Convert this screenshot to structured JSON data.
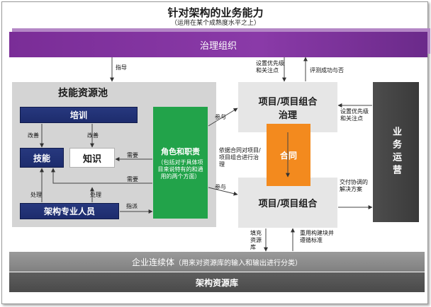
{
  "title": "针对架构的业务能力",
  "subtitle": "（运用在某个成熟度水平之上）",
  "governance": "治理组织",
  "pool": {
    "title": "技能资源池",
    "training": "培训",
    "skills": "技能",
    "knowledge": "知识",
    "architects": "架构专业人员"
  },
  "roles": {
    "title": "角色和职责",
    "sub": "（包括对于具体项目来说特有的和通用的两个方面）"
  },
  "project_governance": "项目/项目组合治理",
  "project_portfolio": "项目/项目组合",
  "contract": "合同",
  "operations": "业务运营",
  "continuum": {
    "title": "企业连续体",
    "sub": "（用来对资源库的输入和输出进行分类）"
  },
  "repository": "架构资源库",
  "labels": {
    "guide": "指导",
    "priorities_top": "设置优先级和关注点",
    "evaluate": "评测成功与否",
    "priorities_right": "设置优先级和关注点",
    "improve_left": "改善",
    "improve_right": "改善",
    "need_1": "需要",
    "need_2": "需要",
    "process_left": "处理",
    "process_right": "处理",
    "assign": "指派",
    "participate_1": "参与",
    "participate_2": "参与",
    "contract_gov": "依据合同对项目/项目组合进行治理",
    "deliver": "交付协调的解决方案",
    "fill": "填充资源库",
    "reuse": "重用构建块并遵循标准"
  },
  "colors": {
    "governance": "#7a2d97",
    "navy": "#1d2c6d",
    "role": "#22a34a",
    "contract": "#f38a1e",
    "operations": "#444444"
  }
}
